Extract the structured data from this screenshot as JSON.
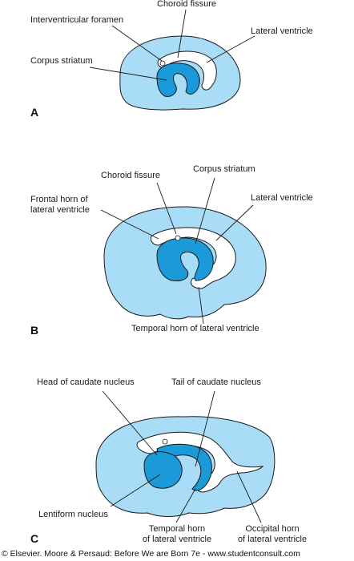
{
  "colors": {
    "hemisphere": "#a8dcf7",
    "corpus_striatum": "#1a9ad9",
    "ventricle": "#ffffff",
    "outline": "#1a1a1a"
  },
  "panels": [
    {
      "letter": "A",
      "labels": {
        "interventricular_foramen": "Interventricular foramen",
        "choroid_fissure": "Choroid fissure",
        "lateral_ventricle": "Lateral ventricle",
        "corpus_striatum": "Corpus striatum"
      }
    },
    {
      "letter": "B",
      "labels": {
        "choroid_fissure": "Choroid fissure",
        "corpus_striatum": "Corpus striatum",
        "frontal_horn_line1": "Frontal horn of",
        "frontal_horn_line2": "lateral ventricle",
        "lateral_ventricle": "Lateral ventricle",
        "temporal_horn": "Temporal horn of lateral ventricle"
      }
    },
    {
      "letter": "C",
      "labels": {
        "head_caudate": "Head of caudate nucleus",
        "tail_caudate": "Tail of caudate nucleus",
        "lentiform": "Lentiform nucleus",
        "temporal_horn_line1": "Temporal horn",
        "temporal_horn_line2": "of lateral ventricle",
        "occipital_horn_line1": "Occipital horn",
        "occipital_horn_line2": "of lateral ventricle"
      }
    }
  ],
  "copyright": "© Elsevier. Moore & Persaud: Before We are Born 7e - www.studentconsult.com"
}
